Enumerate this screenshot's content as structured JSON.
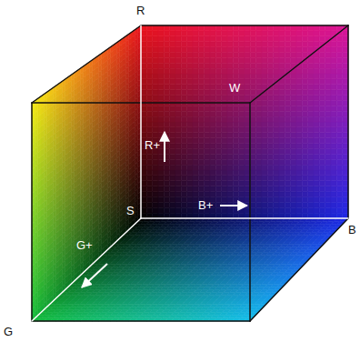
{
  "diagram": {
    "labels": [
      "R",
      "W",
      "B",
      "G",
      "S",
      "R+",
      "B+",
      "G+"
    ]
  }
}
